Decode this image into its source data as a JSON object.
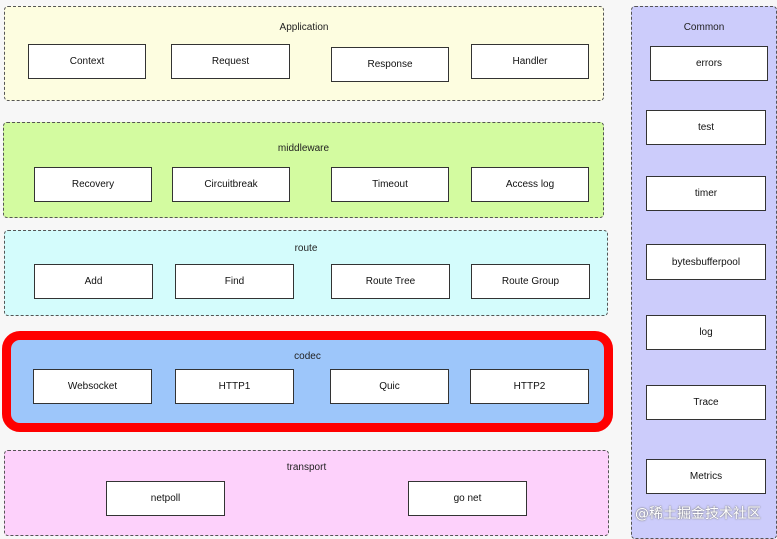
{
  "layers": {
    "application": {
      "title": "Application",
      "items": [
        "Context",
        "Request",
        "Response",
        "Handler"
      ],
      "color": "#fdfde0"
    },
    "middleware": {
      "title": "middleware",
      "items": [
        "Recovery",
        "Circuitbreak",
        "Timeout",
        "Access log"
      ],
      "color": "#d3fba0"
    },
    "route": {
      "title": "route",
      "items": [
        "Add",
        "Find",
        "Route Tree",
        "Route Group"
      ],
      "color": "#d4fcfc"
    },
    "codec": {
      "title": "codec",
      "items": [
        "Websocket",
        "HTTP1",
        "Quic",
        "HTTP2"
      ],
      "color": "#9dc6fa"
    },
    "transport": {
      "title": "transport",
      "items": [
        "netpoll",
        "go net"
      ],
      "color": "#fdd1fb"
    },
    "common": {
      "title": "Common",
      "items": [
        "errors",
        "test",
        "timer",
        "bytesbufferpool",
        "log",
        "Trace",
        "Metrics"
      ],
      "color": "#ccccfb"
    }
  },
  "highlight_color": "#ff0000",
  "watermark": "@稀土掘金技术社区"
}
